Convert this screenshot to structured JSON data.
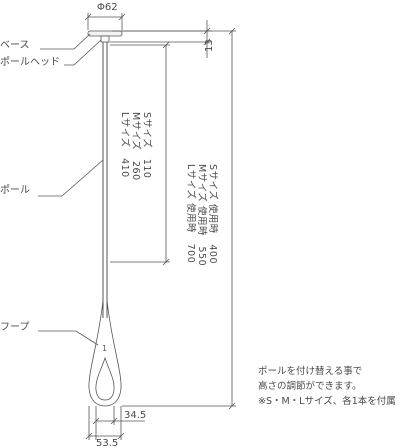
{
  "labels": {
    "base": "ベース",
    "pole_head": "ポールヘッド",
    "pole": "ポール",
    "hoop": "フープ"
  },
  "dimensions": {
    "diameter": "Φ62",
    "head_height": "13",
    "hoop_width_inner": "34.5",
    "hoop_width_outer": "53.5",
    "pole_lengths": [
      {
        "size": "Sサイズ",
        "value": "110"
      },
      {
        "size": "Mサイズ",
        "value": "260"
      },
      {
        "size": "Lサイズ",
        "value": "410"
      }
    ],
    "usage_heights": [
      {
        "size": "Sサイズ",
        "usage": "使用時",
        "value": "400"
      },
      {
        "size": "Mサイズ",
        "usage": "使用時",
        "value": "550"
      },
      {
        "size": "Lサイズ",
        "usage": "使用時",
        "value": "700"
      }
    ]
  },
  "note": [
    "ポールを付け替える事で",
    "高さの調節ができます。",
    "※S・M・Lサイズ、各1本を付属"
  ]
}
